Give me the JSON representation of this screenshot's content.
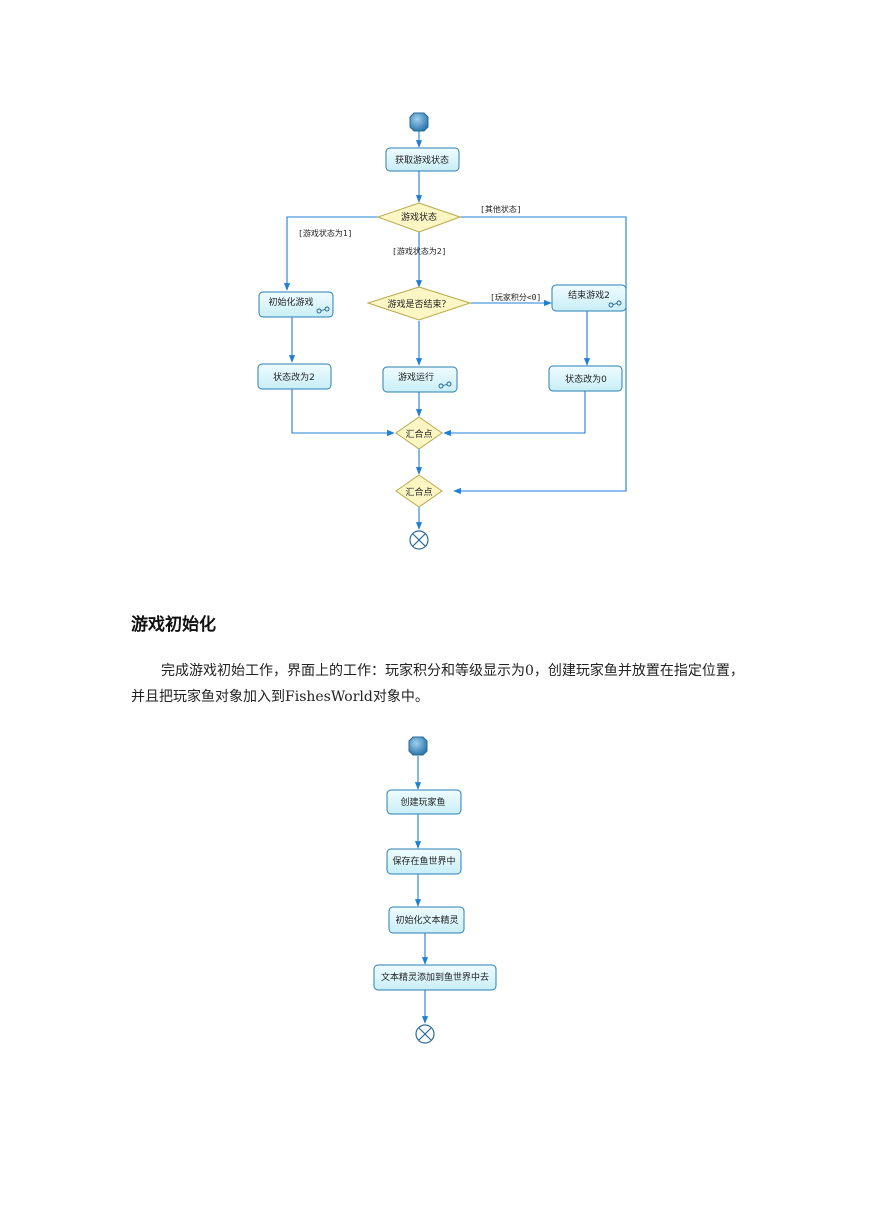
{
  "diagram1": {
    "nodes": {
      "get_state": "获取游戏状态",
      "game_state_decision": "游戏状态",
      "init_game": "初始化游戏",
      "is_game_over": "游戏是否结束？",
      "end_game": "结束游戏2",
      "state_to_2": "状态改为2",
      "game_running": "游戏运行",
      "state_to_0": "状态改为0",
      "merge_1": "汇合点",
      "merge_2": "汇合点"
    },
    "guards": {
      "other_state": "[其他状态]",
      "state_is_1": "[游戏状态为1]",
      "state_is_2": "[游戏状态为2]",
      "score_lt_0": "[玩家积分<0]"
    }
  },
  "section": {
    "heading": "游戏初始化",
    "paragraph": "完成游戏初始工作，界面上的工作：玩家积分和等级显示为0，创建玩家鱼并放置在指定位置，并且把玩家鱼对象加入到FishesWorld对象中。"
  },
  "diagram2": {
    "nodes": {
      "create_player_fish": "创建玩家鱼",
      "save_to_fish_world": "保存在鱼世界中",
      "init_text_sprite": "初始化文本精灵",
      "add_text_sprite": "文本精灵添加到鱼世界中去"
    }
  },
  "colors": {
    "line": "#1f7fd8",
    "action_fill": "#dff6fb",
    "action_stroke": "#2a7fb0",
    "decision_fill": "#fbf6c4",
    "decision_stroke": "#b9a94a",
    "start_node": "#3d86b8"
  }
}
